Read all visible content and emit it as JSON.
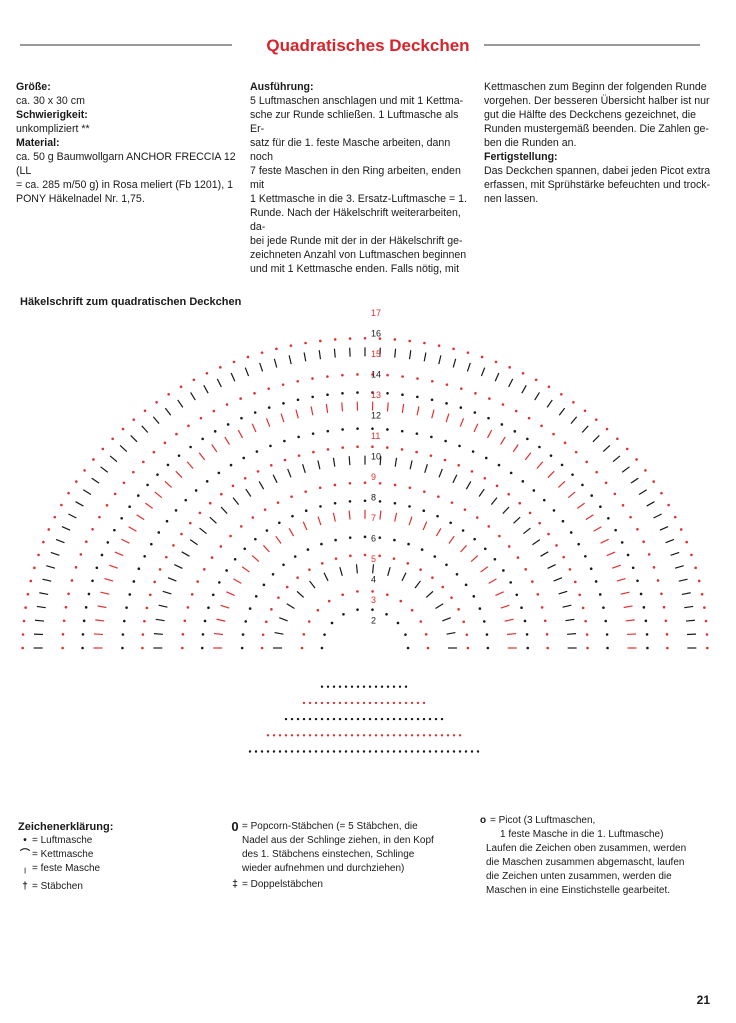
{
  "header": {
    "title": "Quadratisches Deckchen"
  },
  "left_col": {
    "size_label": "Größe:",
    "size_value": "ca. 30 x 30 cm",
    "difficulty_label": "Schwierigkeit:",
    "difficulty_value": "unkompliziert **",
    "material_label": "Material:",
    "material_lines": [
      "ca. 50 g Baumwollgarn ANCHOR FRECCIA 12 (LL",
      "= ca. 285 m/50 g) in Rosa meliert (Fb 1201), 1",
      "PONY Häkelnadel Nr. 1,75."
    ]
  },
  "mid_col": {
    "label": "Ausführung:",
    "lines": [
      "5 Luftmaschen anschlagen und mit 1 Kettma-",
      "sche zur Runde schließen. 1 Luftmasche als Er-",
      "satz für die 1. feste Masche arbeiten, dann noch",
      "7 feste Maschen in den Ring arbeiten, enden mit",
      "1 Kettmasche in die 3. Ersatz-Luftmasche = 1.",
      "Runde. Nach der Häkelschrift weiterarbeiten, da-",
      "bei jede Runde mit der in der Häkelschrift ge-",
      "zeichneten Anzahl von Luftmaschen beginnen",
      "und mit 1 Kettmasche enden. Falls nötig, mit"
    ]
  },
  "right_col": {
    "lines": [
      "Kettmaschen zum Beginn der folgenden Runde",
      "vorgehen. Der besseren Übersicht halber ist nur",
      "gut die Hälfte des Deckchens gezeichnet, die",
      "Runden mustergemäß beenden. Die Zahlen ge-",
      "ben die Runden an."
    ],
    "finish_label": "Fertigstellung:",
    "finish_lines": [
      "Das Deckchen spannen, dabei jeden Picot extra",
      "erfassen, mit Sprühstärke befeuchten und trock-",
      "nen lassen."
    ]
  },
  "chart": {
    "title": "Häkelschrift zum quadratischen Deckchen",
    "round_numbers": [
      "17",
      "16",
      "15",
      "14",
      "13",
      "12",
      "11",
      "10",
      "9",
      "8",
      "7",
      "6",
      "5",
      "4",
      "3",
      "2"
    ],
    "colors": {
      "black": "#1a1a1a",
      "red": "#e03030"
    }
  },
  "legend": {
    "title": "Zeichenerklärung:",
    "items_left": [
      {
        "symbol": "•",
        "text": "= Luftmasche"
      },
      {
        "symbol": "⌒",
        "text": "= Kettmasche"
      },
      {
        "symbol": "╷",
        "text": "= feste Masche"
      },
      {
        "symbol": "†",
        "text": "= Stäbchen"
      }
    ],
    "popcorn_symbol": "0",
    "popcorn_lines": [
      "= Popcorn-Stäbchen (= 5 Stäbchen, die",
      "Nadel aus der Schlinge ziehen, in den Kopf",
      "des 1. Stäbchens einstechen, Schlinge",
      "wieder aufnehmen und durchziehen)"
    ],
    "double_symbol": "‡",
    "double_text": "= Doppelstäbchen",
    "picot_symbol": "o",
    "picot_lines": [
      "= Picot (3 Luftmaschen,",
      "1 feste Masche in die 1. Luftmasche)"
    ],
    "note_lines": [
      "Laufen die Zeichen oben zusammen, werden",
      "die Maschen zusammen abgemascht, laufen",
      "die Zeichen unten zusammen, werden die",
      "Maschen in eine Einstichstelle gearbeitet."
    ]
  },
  "footer": {
    "page_number": "21"
  }
}
